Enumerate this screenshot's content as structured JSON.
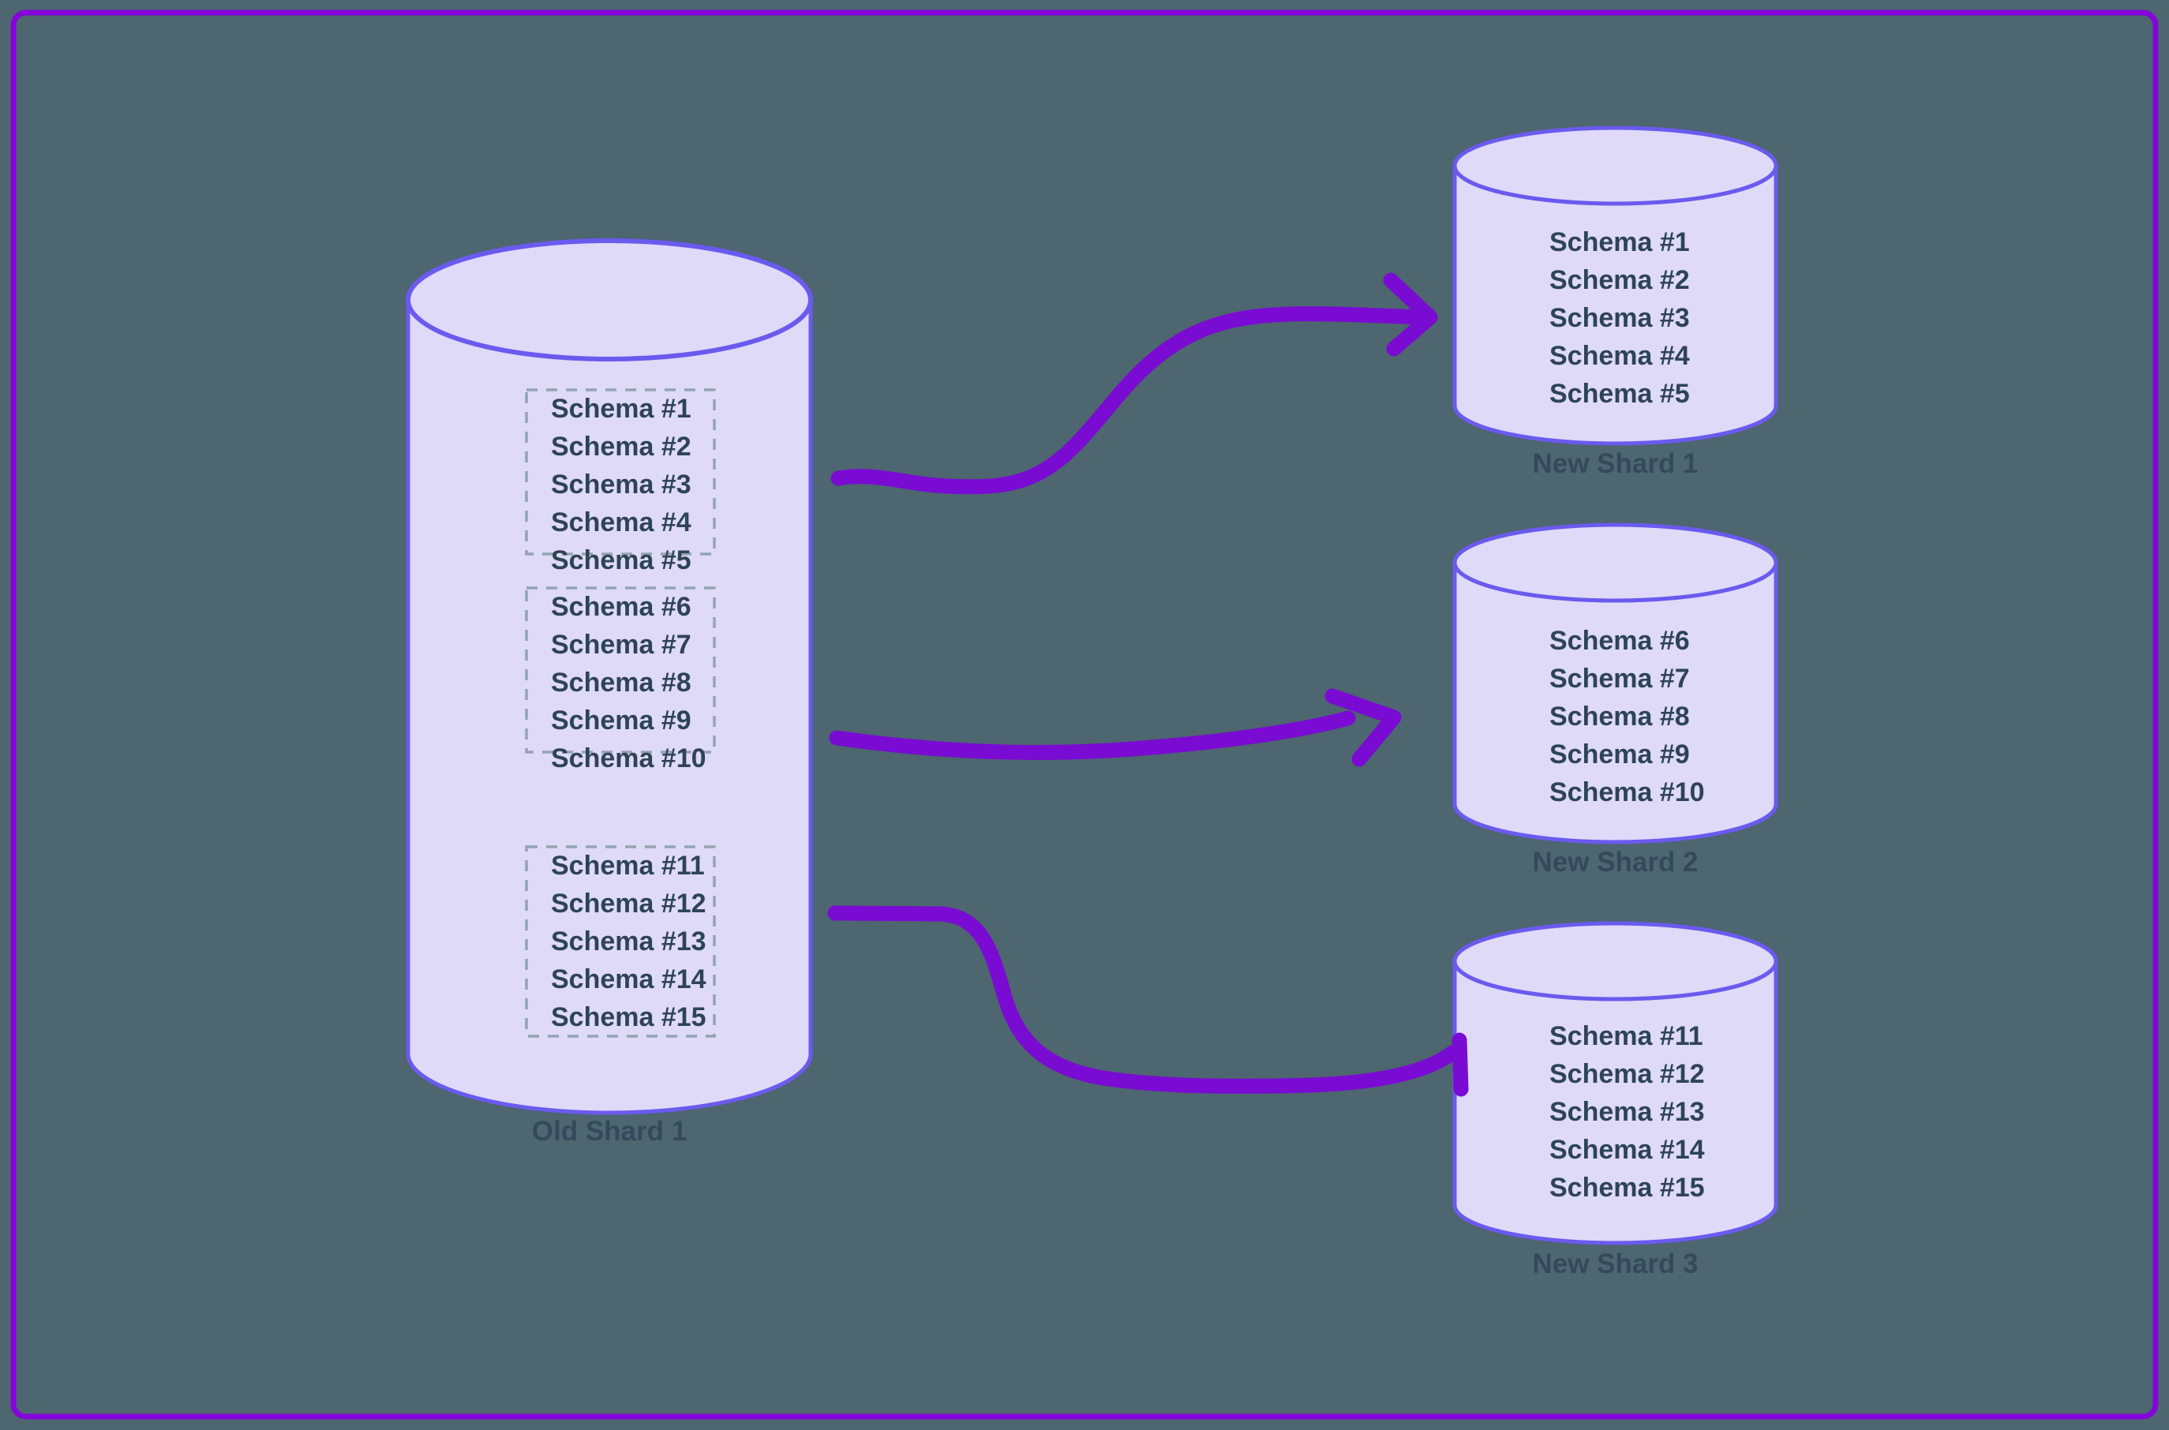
{
  "old_shard": {
    "label": "Old Shard 1",
    "groups": [
      {
        "schemas": [
          "Schema #1",
          "Schema #2",
          "Schema #3",
          "Schema #4",
          "Schema #5"
        ]
      },
      {
        "schemas": [
          "Schema #6",
          "Schema #7",
          "Schema #8",
          "Schema #9",
          "Schema #10"
        ]
      },
      {
        "schemas": [
          "Schema #11",
          "Schema #12",
          "Schema #13",
          "Schema #14",
          "Schema #15"
        ]
      }
    ]
  },
  "new_shards": [
    {
      "label": "New Shard 1",
      "schemas": [
        "Schema #1",
        "Schema #2",
        "Schema #3",
        "Schema #4",
        "Schema #5"
      ]
    },
    {
      "label": "New Shard 2",
      "schemas": [
        "Schema #6",
        "Schema #7",
        "Schema #8",
        "Schema #9",
        "Schema #10"
      ]
    },
    {
      "label": "New Shard 3",
      "schemas": [
        "Schema #11",
        "Schema #12",
        "Schema #13",
        "Schema #14",
        "Schema #15"
      ]
    }
  ],
  "colors": {
    "background": "#4D6670",
    "frame_border": "#8404DA",
    "cylinder_fill": "#DEDAF8",
    "cylinder_stroke": "#6B5AEE",
    "arrow": "#7A0BD2",
    "schema_text": "#2E4456",
    "label_text": "#36495C",
    "dashed_box_border": "#94A3B1"
  }
}
